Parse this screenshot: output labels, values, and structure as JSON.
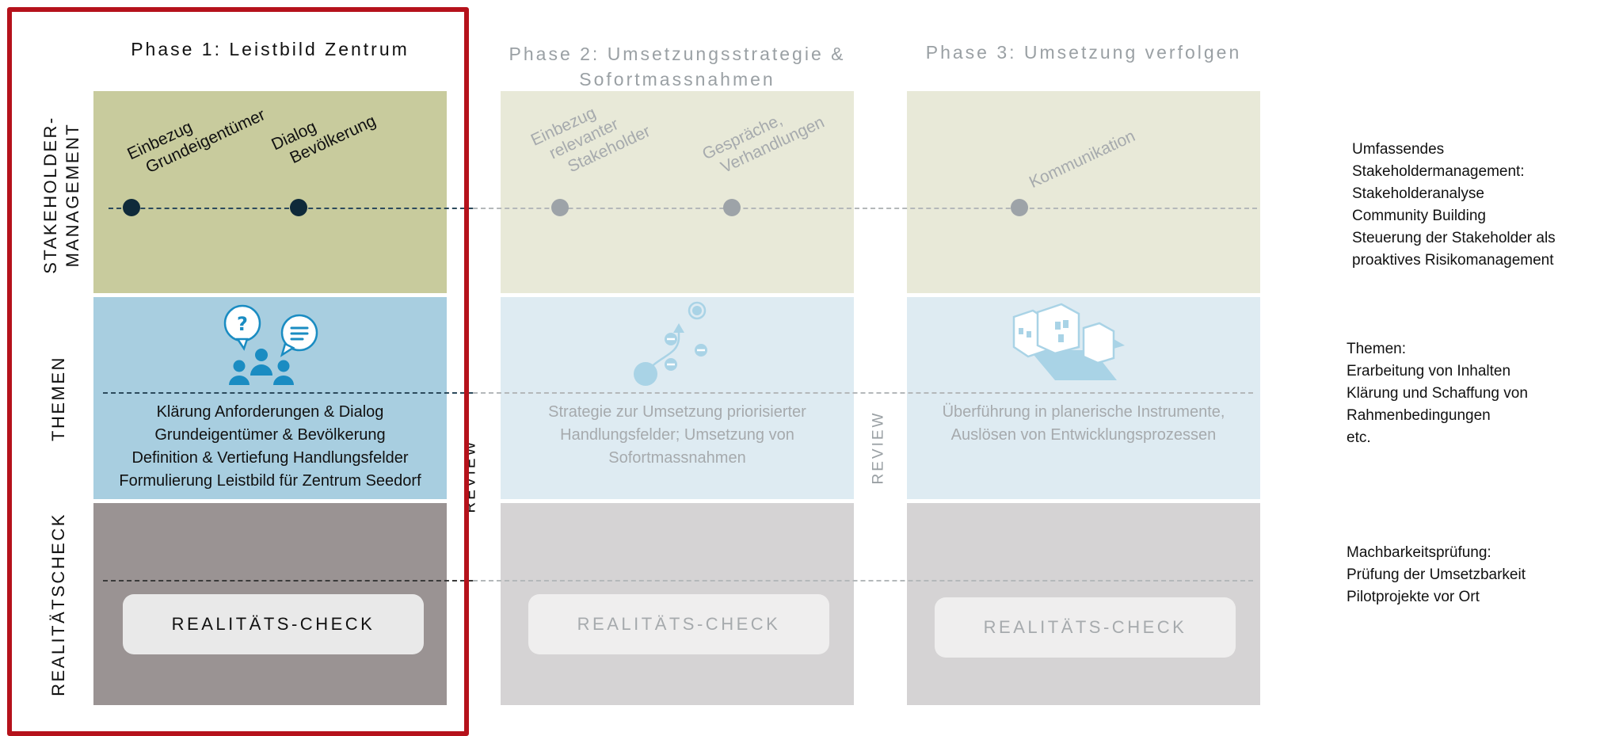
{
  "phases": [
    {
      "title": "Phase 1: Leistbild Zentrum"
    },
    {
      "title_line1": "Phase 2: Umsetzungsstrategie &",
      "title_line2": "Sofortmassnahmen"
    },
    {
      "title": "Phase 3: Umsetzung verfolgen"
    }
  ],
  "rows": {
    "stakeholder_line1": "STAKEHOLDER-",
    "stakeholder_line2": "MANAGEMENT",
    "themen": "THEMEN",
    "realitaet": "REALITÄTSCHECK"
  },
  "milestones": {
    "p1_a_line1": "Einbezug",
    "p1_a_line2": "Grundeigentümer",
    "p1_b_line1": "Dialog",
    "p1_b_line2": "Bevölkerung",
    "p2_a_line1": "Einbezug",
    "p2_a_line2": "relevanter",
    "p2_a_line3": "Stakeholder",
    "p2_b_line1": "Gespräche,",
    "p2_b_line2": "Verhandlungen",
    "p3_a": "Kommunikation"
  },
  "themes": {
    "p1": [
      "Klärung Anforderungen & Dialog",
      "Grundeigentümer & Bevölkerung",
      "Definition & Vertiefung Handlungsfelder",
      "Formulierung Leistbild für Zentrum Seedorf"
    ],
    "p2": [
      "Strategie zur Umsetzung priorisierter",
      "Handlungsfelder; Umsetzung von",
      "Sofortmassnahmen"
    ],
    "p3": [
      "Überführung in planerische Instrumente,",
      "Auslösen von Entwicklungsprozessen"
    ]
  },
  "reality_check_label": "REALITÄTS-CHECK",
  "review_label": "REVIEW",
  "side_notes": {
    "stakeholder": [
      "Umfassendes",
      "Stakeholdermanagement:",
      "Stakeholderanalyse",
      "Community Building",
      "Steuerung der Stakeholder als",
      "proaktives Risikomanagement"
    ],
    "themen": [
      "Themen:",
      "Erarbeitung von Inhalten",
      "Klärung und Schaffung von",
      "Rahmenbedingungen",
      "etc."
    ],
    "realitaet": [
      "Machbarkeitsprüfung:",
      "Prüfung der Umsetzbarkeit",
      "Pilotprojekte vor Ort"
    ]
  },
  "colors": {
    "highlight_frame": "#b5121b",
    "p1_stakeholder": "#c8cb9d",
    "p1_themen": "#a8cee0",
    "p1_realitaet": "#9a9393",
    "faded_stakeholder": "#e8e9d8",
    "faded_themen": "#deebf2",
    "faded_realitaet": "#d5d3d4",
    "dark_dot": "#0f2a3a",
    "faded_dot": "#9da3a8",
    "icon_blue": "#1a8cc2",
    "faded_icon": "#a9d3e6"
  }
}
